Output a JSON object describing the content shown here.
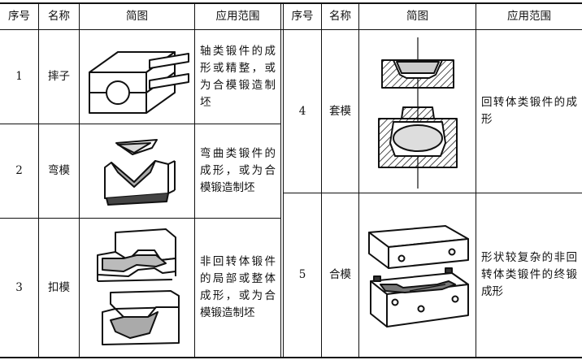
{
  "headers": {
    "left": [
      "序号",
      "名称",
      "简图",
      "应用范围"
    ],
    "right": [
      "序号",
      "名称",
      "简图",
      "应用范围"
    ]
  },
  "rows": [
    {
      "no": "1",
      "name": "摔子",
      "icon": "swage-tool-drawing",
      "usage": "轴类锻件的成形或精整，或为合模锻造制坯"
    },
    {
      "no": "2",
      "name": "弯模",
      "icon": "bending-die-drawing",
      "usage": "弯曲类锻件的成形，或为合模锻造制坯"
    },
    {
      "no": "3",
      "name": "扣模",
      "icon": "buckle-die-drawing",
      "usage": "非回转体锻件的局部或整体成形，或为合模锻造制坯"
    },
    {
      "no": "4",
      "name": "套模",
      "icon": "sleeve-die-drawing",
      "usage": "回转体类锻件的成形"
    },
    {
      "no": "5",
      "name": "合模",
      "icon": "closed-die-drawing",
      "usage": "形状较复杂的非回转体类锻件的终锻成形"
    }
  ]
}
